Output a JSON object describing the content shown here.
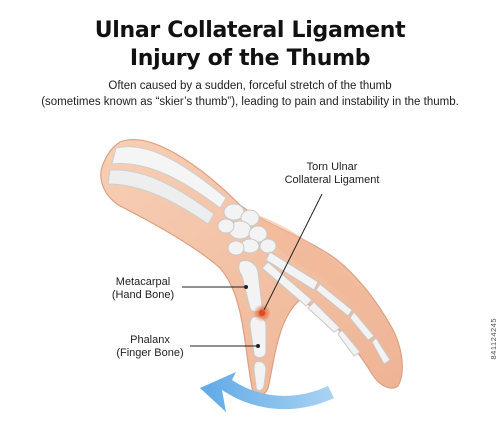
{
  "header": {
    "title_line1": "Ulnar Collateral Ligament",
    "title_line2": "Injury of the Thumb",
    "subtitle_line1": "Often caused by a sudden, forceful stretch of the thumb",
    "subtitle_line2": "(sometimes known as “skier’s thumb”), leading to pain and instability in the thumb."
  },
  "labels": {
    "torn_ligament": {
      "line1": "Torn Ulnar",
      "line2": "Collateral Ligament"
    },
    "metacarpal": {
      "line1": "Metacarpal",
      "line2": "(Hand Bone)"
    },
    "phalanx": {
      "line1": "Phalanx",
      "line2": "(Finger Bone)"
    }
  },
  "stock_id": "841124245",
  "colors": {
    "skin": "#f4c2a4",
    "skin_shadow": "#e6a586",
    "bone": "#f3f3f3",
    "bone_outline": "#c9c9c9",
    "injury": "#e04a1c",
    "arrow": "#8dc3ee",
    "leader_line": "#222222"
  }
}
